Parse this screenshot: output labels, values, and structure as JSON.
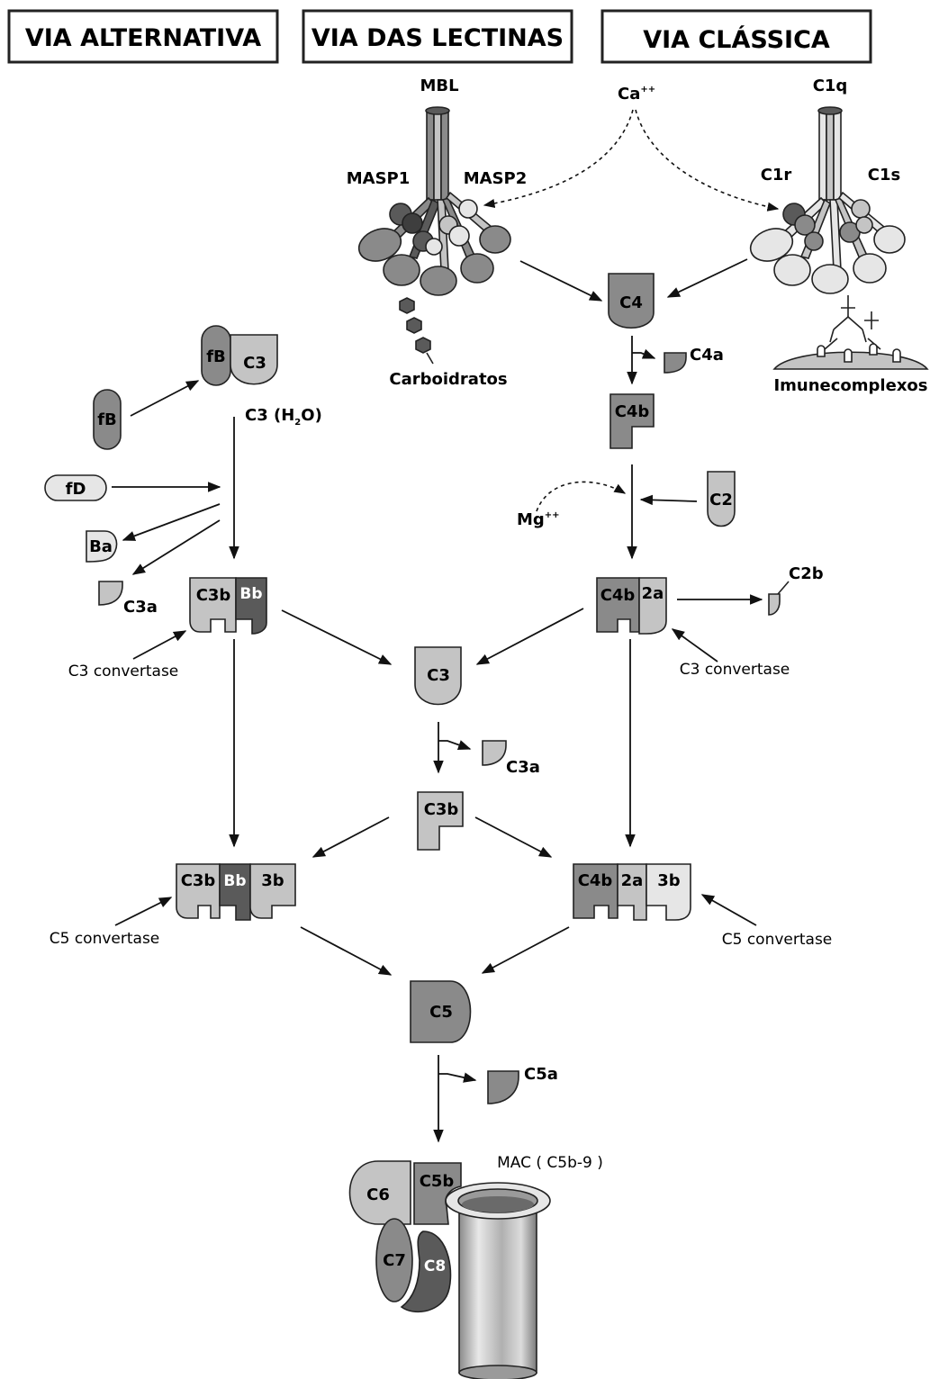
{
  "headers": {
    "alternative": "VIA ALTERNATIVA",
    "lectins": "VIA DAS LECTINAS",
    "classical": "VIA CLÁSSICA"
  },
  "lectin_complex": {
    "mbl": "MBL",
    "masp1": "MASP1",
    "masp2": "MASP2",
    "carbs": "Carboidratos"
  },
  "calcium": {
    "ion": "Ca",
    "charge": "++"
  },
  "magnesium": {
    "ion": "Mg",
    "charge": "++"
  },
  "classical_complex": {
    "c1q": "C1q",
    "c1r": "C1r",
    "c1s": "C1s",
    "immune": "Imunecomplexos"
  },
  "alternative_path": {
    "fb_free": "fB",
    "fb_bound": "fB",
    "c3_bound": "C3",
    "c3h2o_pre": "C3 (H",
    "c3h2o_sub": "2",
    "c3h2o_post": "O)",
    "fd": "fD",
    "ba": "Ba",
    "c3a": "C3a",
    "convertase_c3b": "C3b",
    "convertase_bb": "Bb",
    "c3_convertase_label": "C3 convertase",
    "c5conv_c3b": "C3b",
    "c5conv_bb": "Bb",
    "c5conv_3b": "3b",
    "c5_convertase_label": "C5 convertase"
  },
  "classical_path": {
    "c4": "C4",
    "c4a": "C4a",
    "c4b": "C4b",
    "c2": "C2",
    "conv_c4b": "C4b",
    "conv_2a": "2a",
    "c2b": "C2b",
    "c3_convertase_label": "C3 convertase",
    "c5conv_c4b": "C4b",
    "c5conv_2a": "2a",
    "c5conv_3b": "3b",
    "c5_convertase_label": "C5 convertase"
  },
  "central": {
    "c3": "C3",
    "c3a": "C3a",
    "c3b": "C3b",
    "c5": "C5",
    "c5a": "C5a"
  },
  "mac": {
    "label": "MAC ( C5b-9 )",
    "c6": "C6",
    "c5b": "C5b",
    "c7": "C7",
    "c8": "C8"
  },
  "colors": {
    "dark": "#5a5a5a",
    "medium": "#8a8a8a",
    "light": "#c4c4c4",
    "pale": "#e6e6e6",
    "outline": "#222222"
  }
}
